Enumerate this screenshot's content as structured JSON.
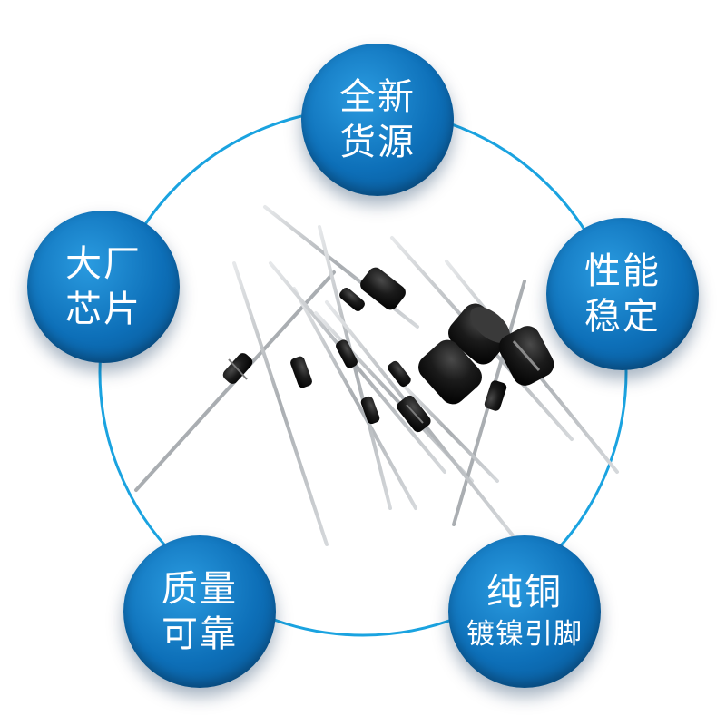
{
  "badges": {
    "top": {
      "line1": "全新",
      "line2": "货源"
    },
    "left": {
      "line1": "大厂",
      "line2": "芯片"
    },
    "right": {
      "line1": "性能",
      "line2": "稳定"
    },
    "bottom_left": {
      "line1": "质量",
      "line2": "可靠"
    },
    "bottom_right": {
      "line1": "纯铜",
      "line2": "镀镍引脚"
    }
  },
  "colors": {
    "ring": "#1aa3e0",
    "badge": "#0d6fb8",
    "diode_body": "#1a1a1a",
    "lead": "#b9bcbf"
  }
}
